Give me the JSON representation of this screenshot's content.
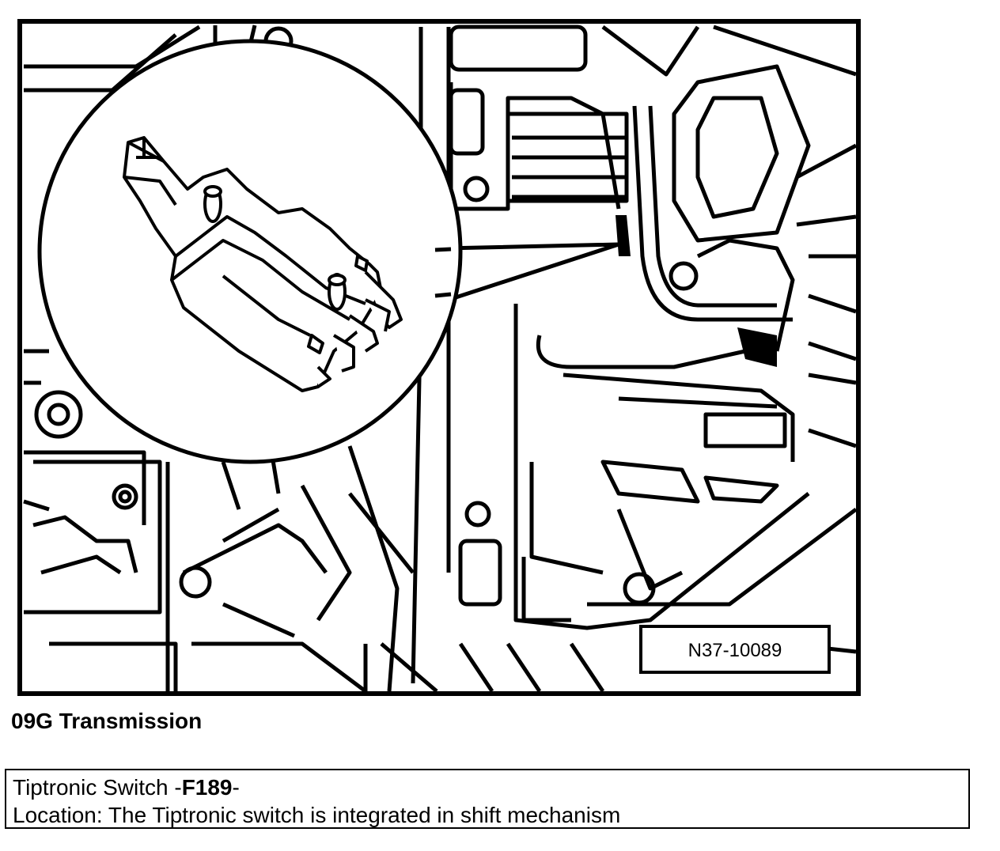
{
  "figure": {
    "reference_code": "N37-10089",
    "alt": "Line drawing of shift mechanism with magnified Tiptronic switch"
  },
  "heading": "09G Transmission",
  "caption": {
    "component_prefix": "Tiptronic Switch -",
    "component_code": "F189",
    "component_suffix": "-",
    "location_text": "Location: The Tiptronic switch is integrated in shift mechanism"
  }
}
